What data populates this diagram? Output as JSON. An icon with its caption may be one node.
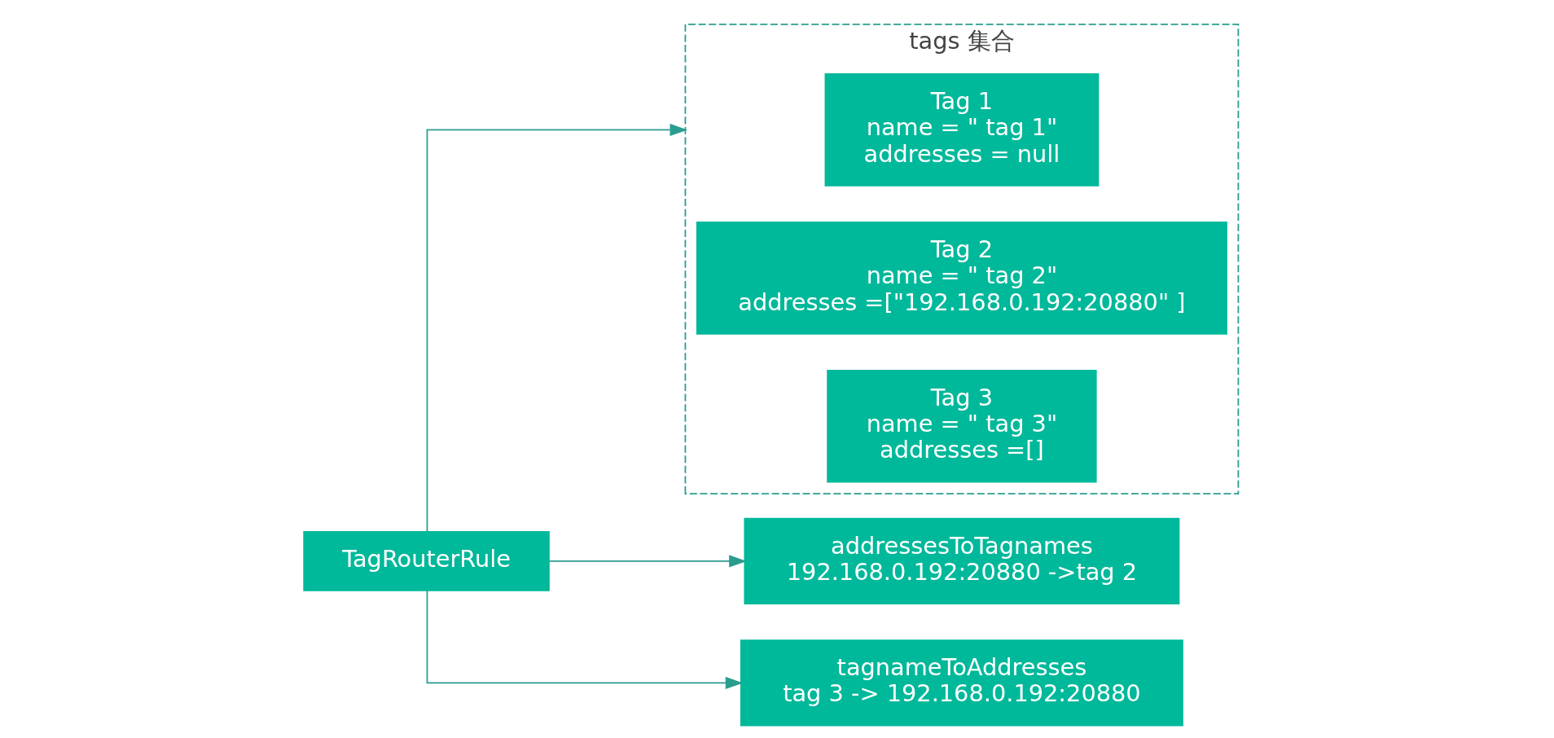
{
  "diagram": {
    "nodes": [
      {
        "text": [
          "TagRouterRule"
        ]
      },
      {
        "text": [
          "tags 集合"
        ]
      },
      {
        "text": [
          "Tag 1",
          "name = \" tag 1\"",
          "addresses = null"
        ],
        "in": 1
      },
      {
        "text": [
          "Tag 2",
          "name = \" tag 2\"",
          "addresses =[\"192.168.0.192:20880\" ]"
        ],
        "in": 1
      },
      {
        "text": [
          "Tag 3",
          "name = \" tag 3\"",
          "addresses =[]"
        ],
        "in": 1
      },
      {
        "text": [
          "addressesToTagnames",
          "192.168.0.192:20880 ->tag 2"
        ]
      },
      {
        "text": [
          "tagnameToAddresses",
          "tag 3 -> 192.168.0.192:20880"
        ]
      }
    ],
    "edges": [
      {
        "from": 0,
        "to": 1,
        "arrow": "to"
      },
      {
        "from": 0,
        "to": 5,
        "arrow": "to"
      },
      {
        "from": 0,
        "to": 6,
        "arrow": "to"
      }
    ]
  }
}
